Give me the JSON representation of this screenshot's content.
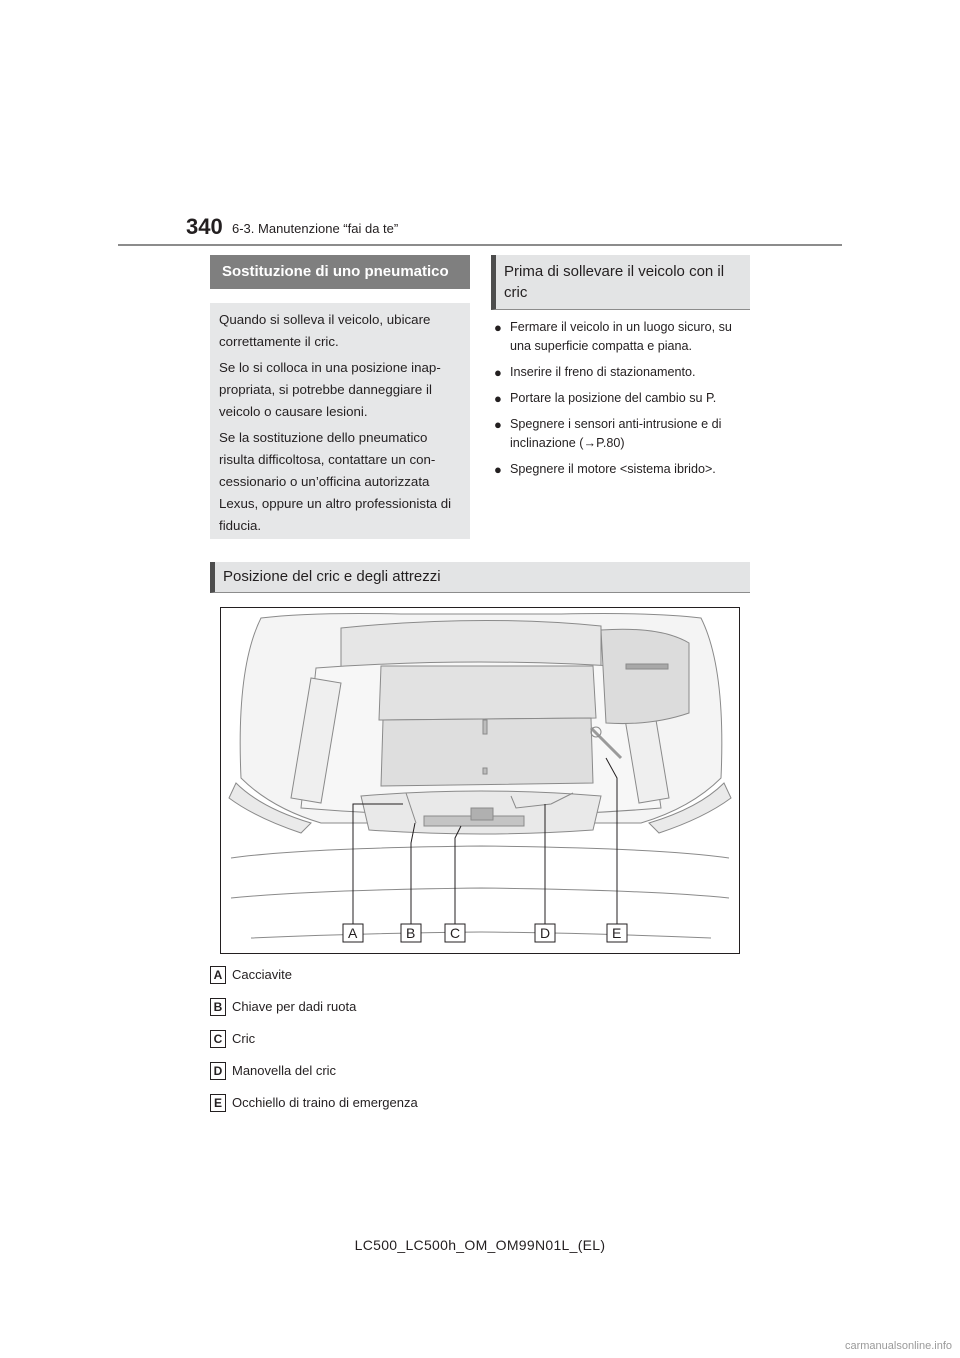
{
  "header": {
    "page_number": "340",
    "section": "6-3. Manutenzione “fai da te”"
  },
  "sections": {
    "tire_replacement": {
      "heading": "Sostituzione di uno pneumatico",
      "warning_paragraphs": [
        "Quando si solleva il veicolo, ubicare correttamente il cric.",
        "Se lo si colloca in una posizione inap-propriata, si potrebbe danneggiare il veicolo o causare lesioni.",
        "Se la sostituzione dello pneumatico risulta difficoltosa, contattare un con-cessionario o un’officina autorizzata Lexus, oppure un altro professionista di fiducia."
      ]
    },
    "before_lifting": {
      "heading": "Prima di sollevare il veicolo con il cric",
      "bullets": [
        "Fermare il veicolo in un luogo sicuro, su una superficie compatta e piana.",
        "Inserire il freno di stazionamento.",
        "Portare la posizione del cambio su P.",
        "Spegnere i sensori anti-intrusione e di inclinazione (→P.80)",
        "Spegnere il motore <sistema ibrido>."
      ]
    },
    "jack_position": {
      "heading": "Posizione del cric e degli attrezzi"
    }
  },
  "figure": {
    "labels": [
      "A",
      "B",
      "C",
      "D",
      "E"
    ]
  },
  "legend": [
    {
      "key": "A",
      "text": "Cacciavite"
    },
    {
      "key": "B",
      "text": "Chiave per dadi ruota"
    },
    {
      "key": "C",
      "text": "Cric"
    },
    {
      "key": "D",
      "text": "Manovella del cric"
    },
    {
      "key": "E",
      "text": "Occhiello di traino di emergenza"
    }
  ],
  "footer": {
    "manual_code": "LC500_LC500h_OM_OM99N01L_(EL)",
    "watermark": "carmanualsonline.info"
  }
}
